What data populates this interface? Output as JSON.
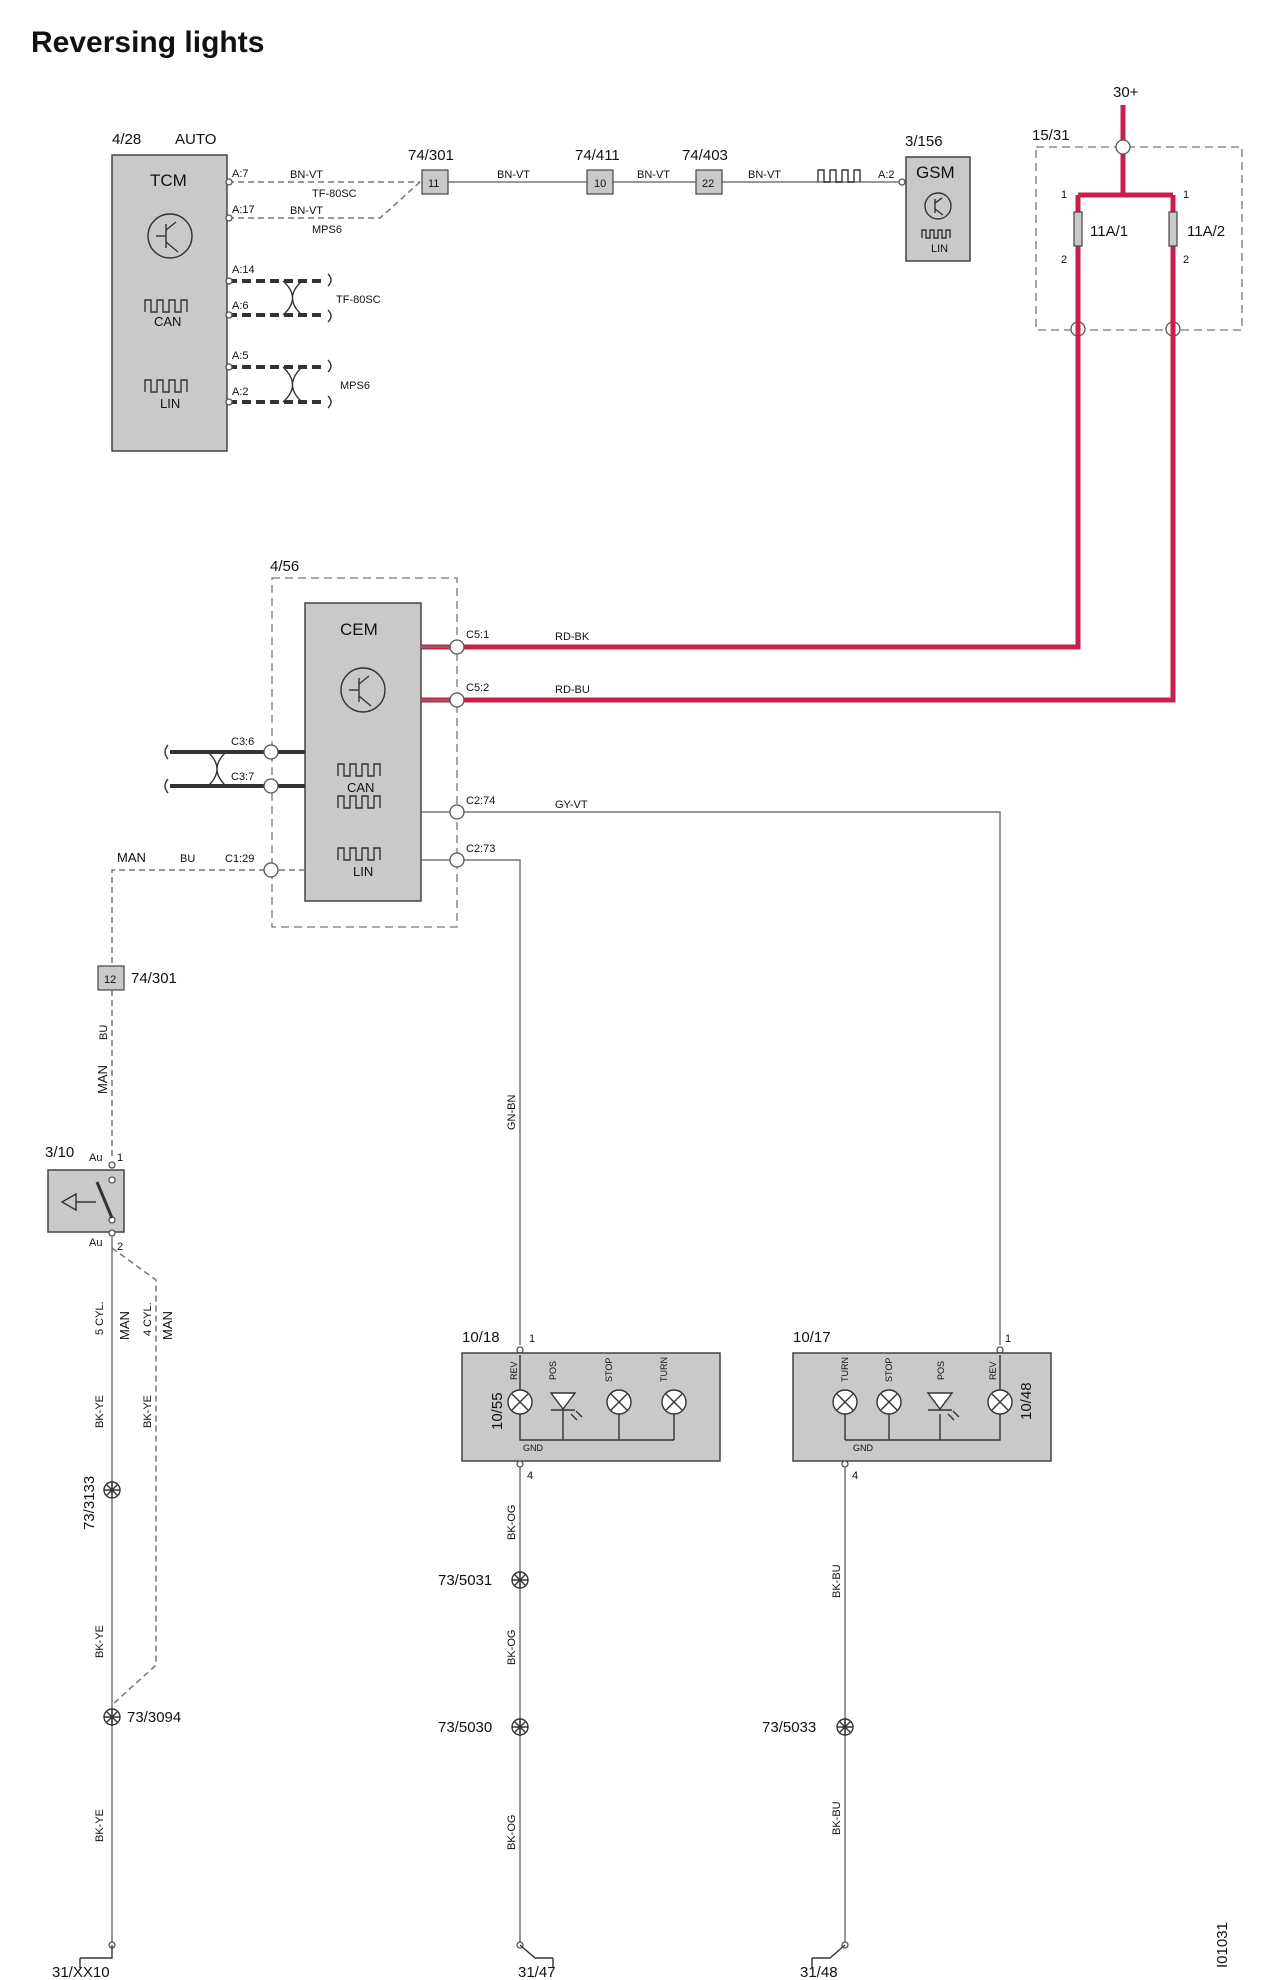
{
  "title": "Reversing lights",
  "doc_id": "I01031",
  "tcm": {
    "ref": "4/28",
    "variant": "AUTO",
    "name": "TCM",
    "can": "CAN",
    "lin": "LIN",
    "pins": [
      "A:7",
      "A:17",
      "A:14",
      "A:6",
      "A:5",
      "A:2"
    ]
  },
  "wires": {
    "bnvt": "BN-VT",
    "tf80": "TF-80SC",
    "mps6": "MPS6",
    "rdbk": "RD-BK",
    "rdbu": "RD-BU",
    "gyvt": "GY-VT",
    "gnbn": "GN-BN",
    "bu": "BU",
    "man": "MAN",
    "bkye": "BK-YE",
    "bkog": "BK-OG",
    "bkbu": "BK-BU",
    "cyl5": "5 CYL.",
    "cyl4": "4 CYL."
  },
  "connectors": {
    "c11": "11",
    "c10": "10",
    "c22": "22",
    "c12": "12",
    "r74_301": "74/301",
    "r74_411": "74/411",
    "r74_403": "74/403"
  },
  "gsm": {
    "ref": "3/156",
    "name": "GSM",
    "pin": "A:2",
    "lin": "LIN"
  },
  "fusebox": {
    "ref": "15/31",
    "supply": "30+",
    "fuse1": "11A/1",
    "fuse2": "11A/2",
    "p1": "1",
    "p2": "2"
  },
  "cem": {
    "ref": "4/56",
    "name": "CEM",
    "can": "CAN",
    "lin": "LIN",
    "pins": [
      "C5:1",
      "C5:2",
      "C3:6",
      "C3:7",
      "C2:74",
      "C2:73",
      "C1:29"
    ]
  },
  "switch": {
    "ref": "3/10",
    "au": "Au",
    "p1": "1",
    "p2": "2"
  },
  "lamp_left": {
    "ref": "10/18",
    "inner": "10/55",
    "labels": [
      "REV",
      "POS",
      "STOP",
      "TURN"
    ],
    "gnd": "GND",
    "p1": "1",
    "p4": "4"
  },
  "lamp_right": {
    "ref": "10/17",
    "inner": "10/48",
    "labels": [
      "TURN",
      "STOP",
      "POS",
      "REV"
    ],
    "gnd": "GND",
    "p1": "1",
    "p4": "4"
  },
  "splices": {
    "s3133": "73/3133",
    "s3094": "73/3094",
    "s5031": "73/5031",
    "s5030": "73/5030",
    "s5033": "73/5033"
  },
  "grounds": {
    "g1": "31/XX10",
    "g2": "31/47",
    "g3": "31/48"
  },
  "colors": {
    "power": "#c8204a",
    "box": "#c9c9c9",
    "wire": "#777777"
  }
}
